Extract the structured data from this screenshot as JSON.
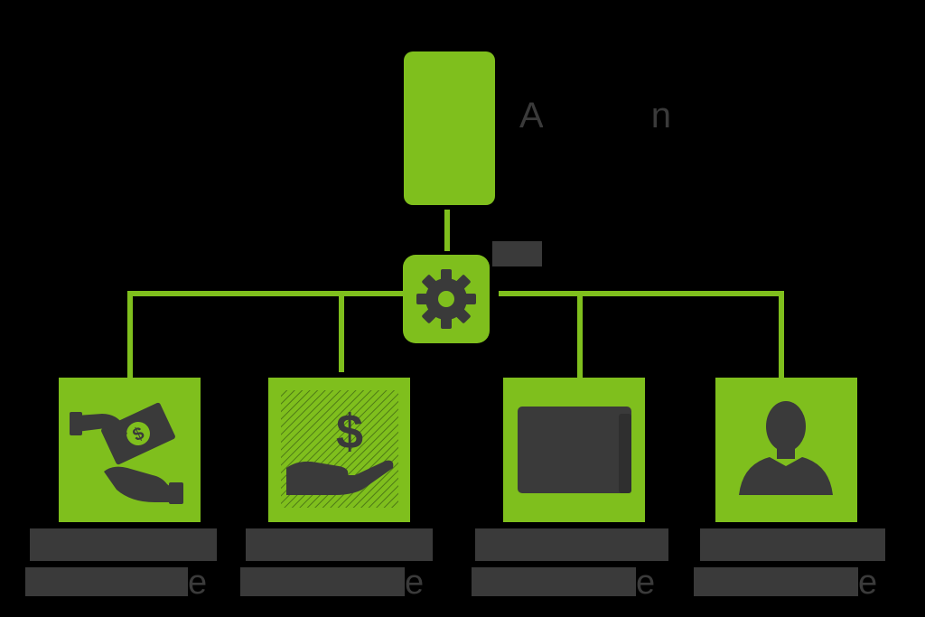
{
  "colors": {
    "accent": "#7fbf1d",
    "dark": "#3a3a3a",
    "background": "#000000"
  },
  "top_node": {
    "label": "A",
    "label_tail": "n",
    "icon": "app-block"
  },
  "hub": {
    "icon": "gear-icon"
  },
  "children": [
    {
      "icon": "cash-payment-icon",
      "caption_start": "",
      "caption_end": "e"
    },
    {
      "icon": "hand-dollar-icon",
      "caption_start": "",
      "caption_end": "e"
    },
    {
      "icon": "folder-icon",
      "caption_start": "",
      "caption_end": "e"
    },
    {
      "icon": "user-silhouette-icon",
      "caption_start": "",
      "caption_end": "e"
    }
  ]
}
